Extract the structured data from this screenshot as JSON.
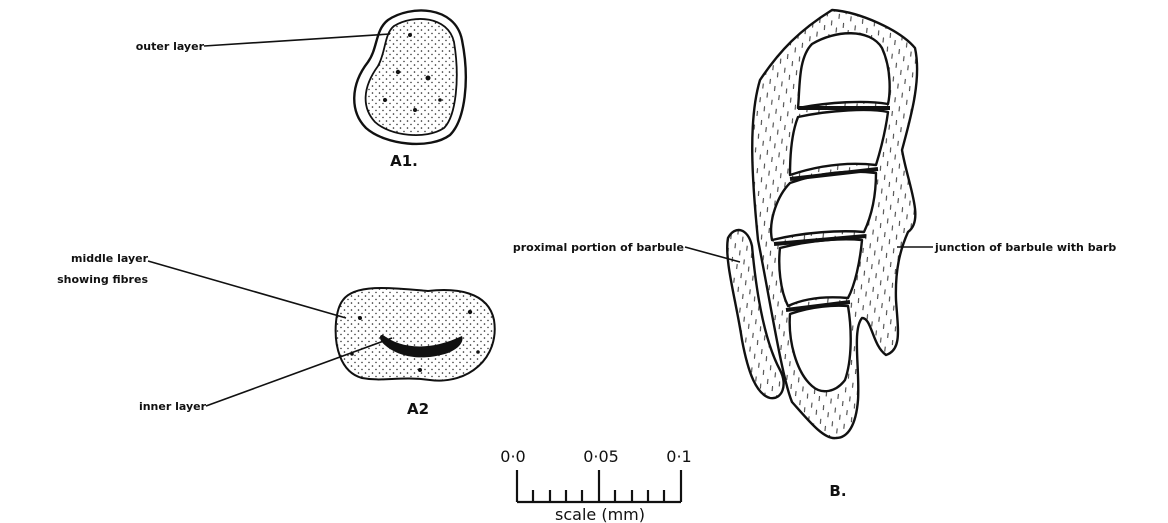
{
  "figure_a1": {
    "caption": "A1.",
    "outer_layer_label": "outer layer"
  },
  "figure_a2": {
    "caption": "A2",
    "middle_layer_label_line1": "middle layer",
    "middle_layer_label_line2": "showing fibres",
    "inner_layer_label": "inner layer"
  },
  "figure_b": {
    "caption": "B.",
    "proximal_label": "proximal portion of barbule",
    "junction_label": "junction of barbule with barb"
  },
  "scale_bar": {
    "tick_0": "0·0",
    "tick_mid": "0·05",
    "tick_max": "0·1",
    "label": "scale (mm)"
  }
}
